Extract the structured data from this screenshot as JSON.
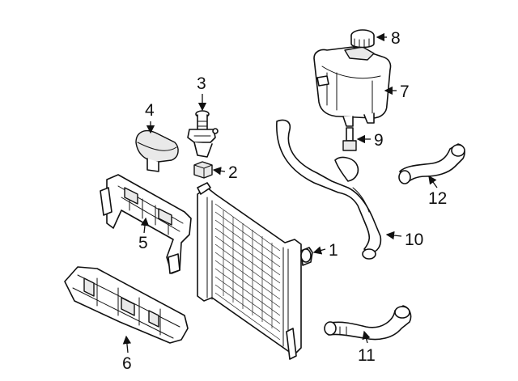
{
  "callouts": [
    {
      "id": "c1",
      "label": "1"
    },
    {
      "id": "c2",
      "label": "2"
    },
    {
      "id": "c3",
      "label": "3"
    },
    {
      "id": "c4",
      "label": "4"
    },
    {
      "id": "c5",
      "label": "5"
    },
    {
      "id": "c6",
      "label": "6"
    },
    {
      "id": "c7",
      "label": "7"
    },
    {
      "id": "c8",
      "label": "8"
    },
    {
      "id": "c9",
      "label": "9"
    },
    {
      "id": "c10",
      "label": "10"
    },
    {
      "id": "c11",
      "label": "11"
    },
    {
      "id": "c12",
      "label": "12"
    }
  ],
  "colors": {
    "line": "#111111",
    "background": "#ffffff",
    "shade": "#e9e9e9"
  }
}
